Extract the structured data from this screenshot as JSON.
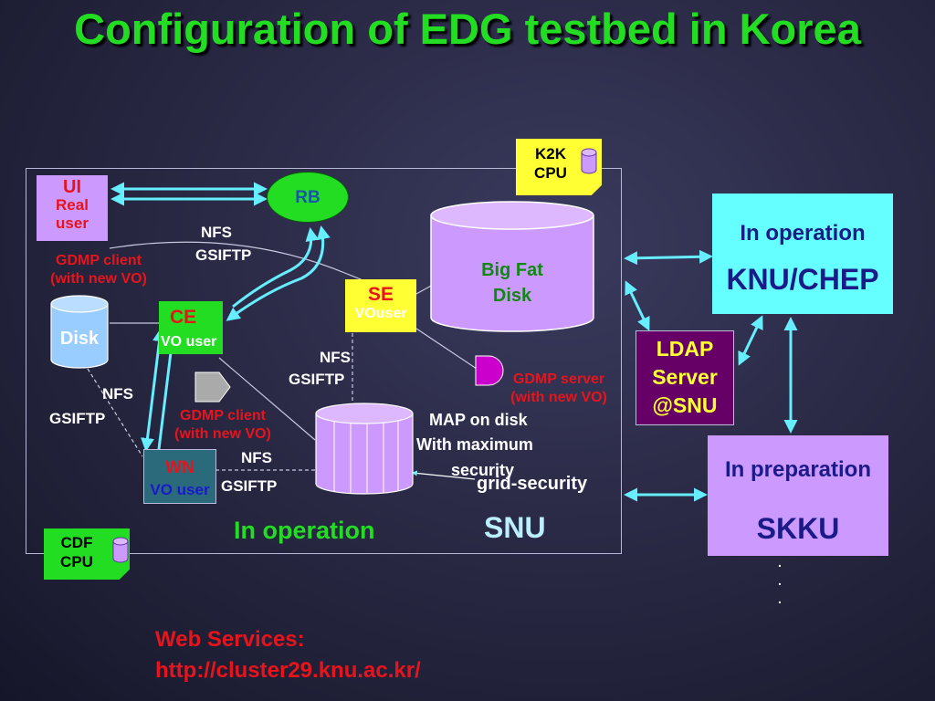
{
  "title": "Configuration of EDG testbed in Korea",
  "k2k": {
    "line1": "K2K",
    "line2": "CPU"
  },
  "ui": {
    "title": "UI",
    "line1": "Real",
    "line2": "user"
  },
  "rb": {
    "label": "RB"
  },
  "nfs_top": {
    "nfs": "NFS",
    "gsiftp": "GSIFTP"
  },
  "gdmp_client_top": {
    "line1": "GDMP client",
    "line2": "(with new VO)"
  },
  "big_disk": {
    "line1": "Big Fat",
    "line2": "Disk"
  },
  "se": {
    "title": "SE",
    "sub": "VOuser"
  },
  "disk": {
    "label": "Disk"
  },
  "ce": {
    "title": "CE",
    "sub": "VO user"
  },
  "nfs_mid": {
    "nfs": "NFS",
    "gsiftp": "GSIFTP"
  },
  "gdmp_server": {
    "line1": "GDMP server",
    "line2": "(with new VO)"
  },
  "nfs_left": {
    "nfs": "NFS",
    "gsiftp": "GSIFTP"
  },
  "gdmp_client_mid": {
    "line1": "GDMP client",
    "line2": "(with new VO)"
  },
  "map": {
    "line1": "MAP on disk",
    "line2": "With maximum",
    "line3": "security"
  },
  "grid_security": "grid-security",
  "wn": {
    "title": "WN",
    "sub": "VO user"
  },
  "nfs_bottom": {
    "nfs": "NFS",
    "gsiftp": "GSIFTP"
  },
  "in_operation_snu": "In operation",
  "snu": "SNU",
  "cdf": {
    "line1": "CDF",
    "line2": "CPU"
  },
  "knu": {
    "status": "In operation",
    "name": "KNU/CHEP"
  },
  "ldap": {
    "line1": "LDAP",
    "line2": "Server",
    "line3": "@SNU"
  },
  "skku": {
    "status": "In preparation",
    "name": "SKKU"
  },
  "ellipsis": [
    ".",
    ".",
    "."
  ],
  "web": {
    "line1": "Web Services:",
    "line2": "http://cluster29.knu.ac.kr/"
  },
  "colors": {
    "arrow": "#66eeff",
    "green": "#22dd22",
    "purple_box": "#cc99ff",
    "cyan_box": "#66ffff",
    "yellow_box": "#ffff33",
    "red_text": "#e8141c"
  }
}
